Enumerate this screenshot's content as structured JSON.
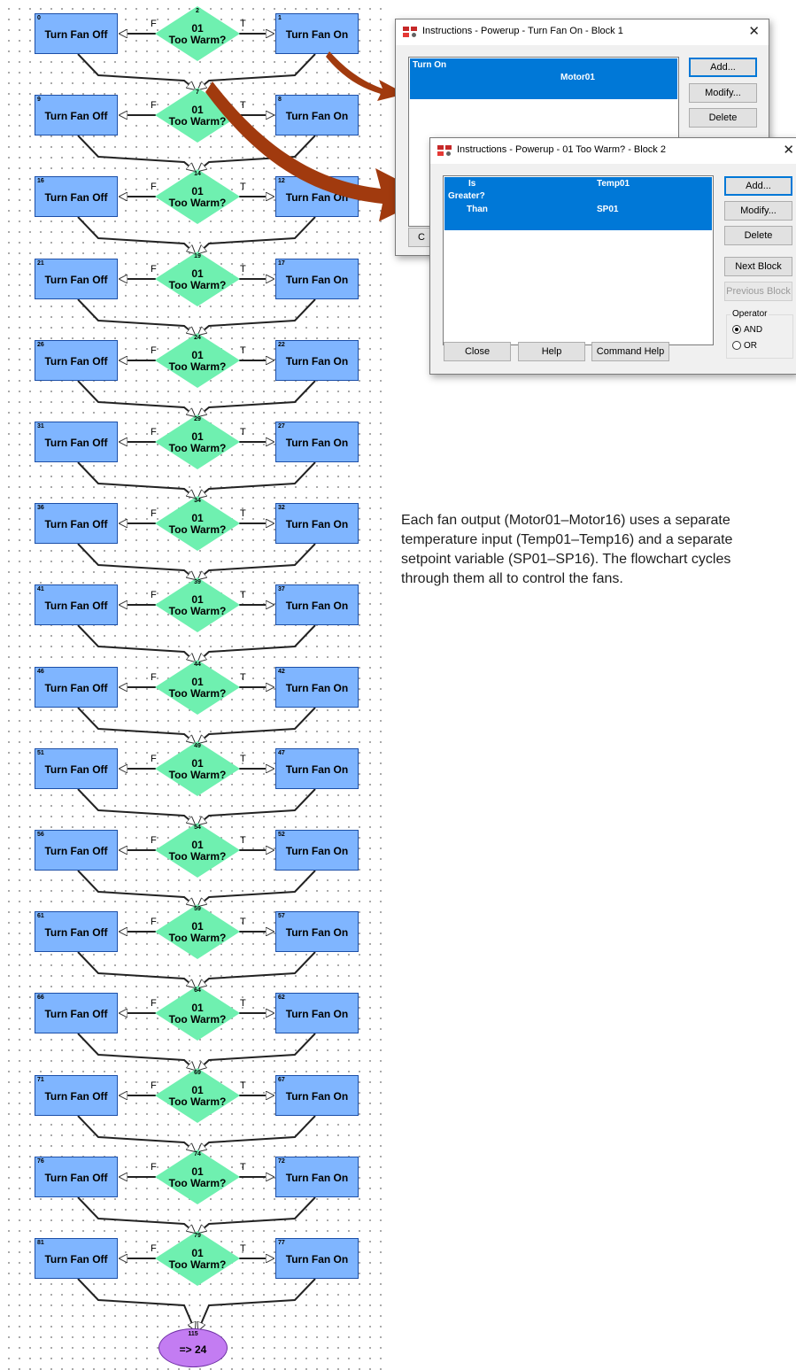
{
  "flowchart": {
    "rows": [
      {
        "false_id": "0",
        "decision_id": "2",
        "true_id": "1"
      },
      {
        "false_id": "9",
        "decision_id": "7",
        "true_id": "8"
      },
      {
        "false_id": "16",
        "decision_id": "14",
        "true_id": "12"
      },
      {
        "false_id": "21",
        "decision_id": "19",
        "true_id": "17"
      },
      {
        "false_id": "26",
        "decision_id": "24",
        "true_id": "22"
      },
      {
        "false_id": "31",
        "decision_id": "29",
        "true_id": "27"
      },
      {
        "false_id": "36",
        "decision_id": "34",
        "true_id": "32"
      },
      {
        "false_id": "41",
        "decision_id": "39",
        "true_id": "37"
      },
      {
        "false_id": "46",
        "decision_id": "44",
        "true_id": "42"
      },
      {
        "false_id": "51",
        "decision_id": "49",
        "true_id": "47"
      },
      {
        "false_id": "56",
        "decision_id": "54",
        "true_id": "52"
      },
      {
        "false_id": "61",
        "decision_id": "59",
        "true_id": "57"
      },
      {
        "false_id": "66",
        "decision_id": "64",
        "true_id": "62"
      },
      {
        "false_id": "71",
        "decision_id": "69",
        "true_id": "67"
      },
      {
        "false_id": "76",
        "decision_id": "74",
        "true_id": "72"
      },
      {
        "false_id": "81",
        "decision_id": "79",
        "true_id": "77"
      }
    ],
    "false_action_label": "Turn Fan Off",
    "true_action_label": "Turn Fan On",
    "decision_line1": "01",
    "decision_line2": "Too Warm?",
    "false_flag": "F",
    "true_flag": "T",
    "terminator": {
      "id": "115",
      "label": "=> 24"
    }
  },
  "dialog_fan_on": {
    "title": "Instructions - Powerup - Turn Fan On - Block 1",
    "close_glyph": "✕",
    "row_verb": "Turn On",
    "row_value": "Motor01",
    "buttons": {
      "add": "Add...",
      "modify": "Modify...",
      "delete": "Delete",
      "close_partial": "C"
    }
  },
  "dialog_too_warm": {
    "title": "Instructions - Powerup - 01 Too Warm? - Block 2",
    "close_glyph": "✕",
    "row": {
      "is": "Is",
      "greater": "Greater?",
      "than": "Than",
      "left": "Temp01",
      "right": "SP01"
    },
    "buttons": {
      "add": "Add...",
      "modify": "Modify...",
      "delete": "Delete",
      "next": "Next Block",
      "previous": "Previous Block",
      "close": "Close",
      "help": "Help",
      "command_help": "Command Help"
    },
    "operator": {
      "label": "Operator",
      "and": "AND",
      "or": "OR",
      "selected": "AND"
    }
  },
  "arrow_color": "#a13a0e",
  "note": "Each fan output (Motor01–Motor16) uses a separate temperature input (Temp01–Temp16) and a separate setpoint variable (SP01–SP16). The flowchart cycles through them all to control the fans."
}
